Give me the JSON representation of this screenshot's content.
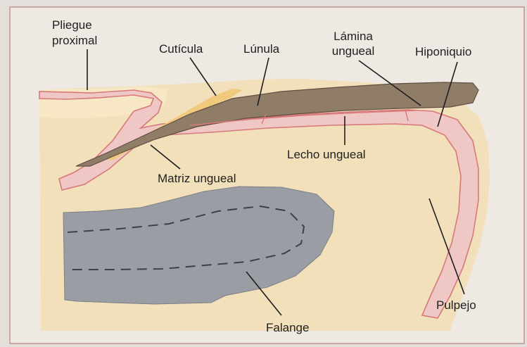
{
  "diagram": {
    "labels": {
      "pliegue_proximal_line1": "Pliegue",
      "pliegue_proximal_line2": "proximal",
      "cuticula": "Cutícula",
      "lunula": "Lúnula",
      "lamina_ungueal_line1": "Lámina",
      "lamina_ungueal_line2": "ungueal",
      "hiponiquio": "Hiponiquio",
      "lecho_ungueal": "Lecho ungueal",
      "matriz_ungueal": "Matriz ungueal",
      "pulpejo": "Pulpejo",
      "falange": "Falange"
    },
    "colors": {
      "frame_border": "#c9a9a2",
      "background_paper": "#eee9e2",
      "skin_tissue": "#f2e0bb",
      "skin_layer_pink": "#efc7c5",
      "tissue_edge_red": "#d8787a",
      "nail_plate": "#8f7d68",
      "cuticle": "#f0c97c",
      "bone": "#9a9ea4",
      "leader_lines": "#1f1f1f"
    }
  }
}
